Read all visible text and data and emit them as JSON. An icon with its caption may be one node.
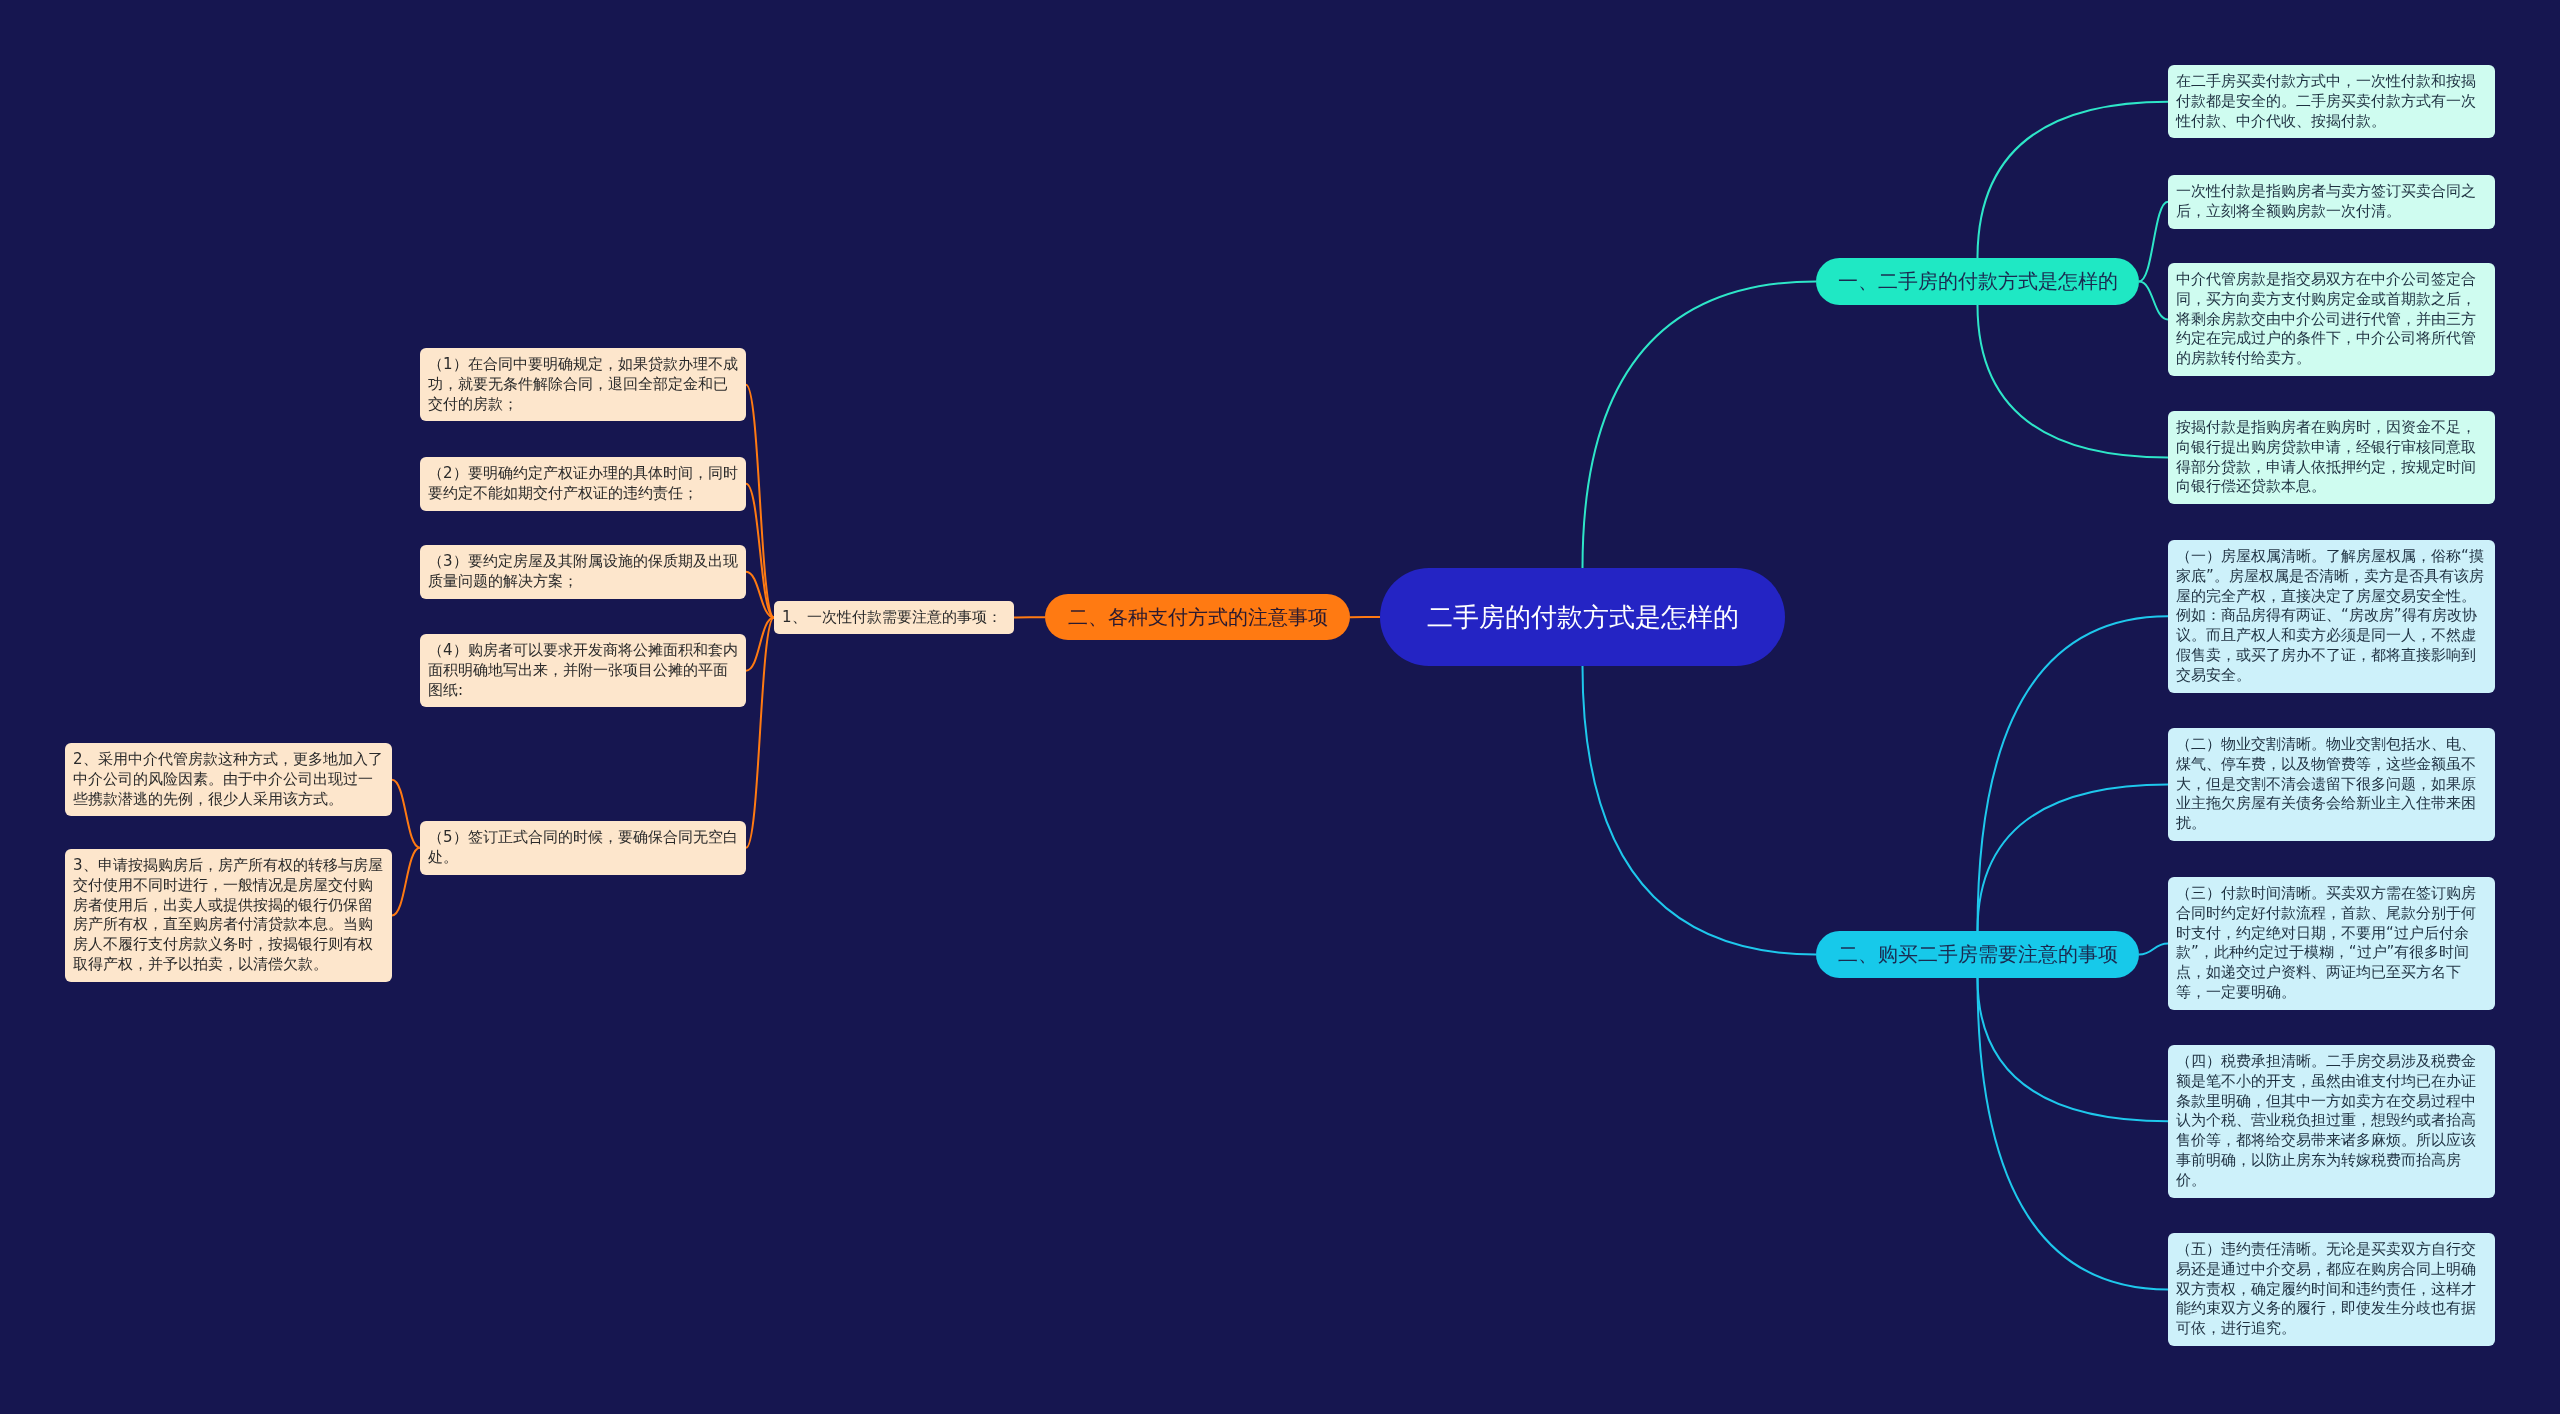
{
  "diagram": {
    "nodes": [
      {
        "text": [
          "二手房的付款方式是怎样的"
        ]
      },
      {
        "text": [
          "一、二手房的付款方式是怎样的"
        ]
      },
      {
        "text": [
          "在二手房买卖付款方式中，一次性付款和按揭付款都是安全的。二手房买卖付款方式有一次性付款、中介代收、按揭付款。"
        ]
      },
      {
        "text": [
          "一次性付款是指购房者与卖方签订买卖合同之后，立刻将全额购房款一次付清。"
        ]
      },
      {
        "text": [
          "中介代管房款是指交易双方在中介公司签定合同，买方向卖方支付购房定金或首期款之后，将剩余房款交由中介公司进行代管，并由三方约定在完成过户的条件下，中介公司将所代管的房款转付给卖方。"
        ]
      },
      {
        "text": [
          "按揭付款是指购房者在购房时，因资金不足，向银行提出购房贷款申请，经银行审核同意取得部分贷款，申请人依抵押约定，按规定时间向银行偿还贷款本息。"
        ]
      },
      {
        "text": [
          "二、购买二手房需要注意的事项"
        ]
      },
      {
        "text": [
          "（一）房屋权属清晰。了解房屋权属，俗称“摸家底”。房屋权属是否清晰，卖方是否具有该房屋的完全产权，直接决定了房屋交易安全性。例如：商品房得有两证、“房改房”得有房改协议。而且产权人和卖方必须是同一人，不然虚假售卖，或买了房办不了证，都将直接影响到交易安全。"
        ]
      },
      {
        "text": [
          "（二）物业交割清晰。物业交割包括水、电、煤气、停车费，以及物管费等，这些金额虽不大，但是交割不清会遗留下很多问题，如果原业主拖欠房屋有关债务会给新业主入住带来困扰。"
        ]
      },
      {
        "text": [
          "（三）付款时间清晰。买卖双方需在签订购房合同时约定好付款流程，首款、尾款分别于何时支付，约定绝对日期，不要用“过户后付余款”，此种约定过于模糊，“过户”有很多时间点，如递交过户资料、两证均已至买方名下等，一定要明确。"
        ]
      },
      {
        "text": [
          "（四）税费承担清晰。二手房交易涉及税费金额是笔不小的开支，虽然由谁支付均已在办证条款里明确，但其中一方如卖方在交易过程中认为个税、营业税负担过重，想毁约或者抬高售价等，都将给交易带来诸多麻烦。所以应该事前明确，以防止房东为转嫁税费而抬高房价。"
        ]
      },
      {
        "text": [
          "（五）违约责任清晰。无论是买卖双方自行交易还是通过中介交易，都应在购房合同上明确双方责权，确定履约时间和违约责任，这样才能约束双方义务的履行，即使发生分歧也有据可依，进行追究。"
        ]
      },
      {
        "text": [
          "二、各种支付方式的注意事项"
        ]
      },
      {
        "text": [
          "1、一次性付款需要注意的事项："
        ]
      },
      {
        "text": [
          "（1）在合同中要明确规定，如果贷款办理不成功，就要无条件解除合同，退回全部定金和已交付的房款；"
        ]
      },
      {
        "text": [
          "（2）要明确约定产权证办理的具体时间，同时要约定不能如期交付产权证的违约责任；"
        ]
      },
      {
        "text": [
          "（3）要约定房屋及其附属设施的保质期及出现质量问题的解决方案；"
        ]
      },
      {
        "text": [
          "（4）购房者可以要求开发商将公摊面积和套内面积明确地写出来，并附一张项目公摊的平面图纸:"
        ]
      },
      {
        "text": [
          "（5）签订正式合同的时候，要确保合同无空白处。"
        ]
      },
      {
        "text": [
          "2、采用中介代管房款这种方式，更多地加入了中介公司的风险因素。由于中介公司出现过一些携款潜逃的先例，很少人采用该方式。"
        ]
      },
      {
        "text": [
          "3、申请按揭购房后，房产所有权的转移与房屋交付使用不同时进行，一般情况是房屋交付购房者使用后，出卖人或提供按揭的银行仍保留房产所有权，直至购房者付清贷款本息。当购房人不履行支付房款义务时，按揭银行则有权取得产权，并予以拍卖，以清偿欠款。"
        ]
      }
    ],
    "edges": [
      {
        "from": 0,
        "to": 1,
        "arrow": "none",
        "color": "#2ee6c8"
      },
      {
        "from": 1,
        "to": 2,
        "arrow": "none",
        "color": "#2ee6c8"
      },
      {
        "from": 1,
        "to": 3,
        "arrow": "none",
        "color": "#2ee6c8"
      },
      {
        "from": 1,
        "to": 4,
        "arrow": "none",
        "color": "#2ee6c8"
      },
      {
        "from": 1,
        "to": 5,
        "arrow": "none",
        "color": "#2ee6c8"
      },
      {
        "from": 0,
        "to": 6,
        "arrow": "none",
        "color": "#1ec8ec"
      },
      {
        "from": 6,
        "to": 7,
        "arrow": "none",
        "color": "#1ec8ec"
      },
      {
        "from": 6,
        "to": 8,
        "arrow": "none",
        "color": "#1ec8ec"
      },
      {
        "from": 6,
        "to": 9,
        "arrow": "none",
        "color": "#1ec8ec"
      },
      {
        "from": 6,
        "to": 10,
        "arrow": "none",
        "color": "#1ec8ec"
      },
      {
        "from": 6,
        "to": 11,
        "arrow": "none",
        "color": "#1ec8ec"
      },
      {
        "from": 0,
        "to": 12,
        "arrow": "none"
      },
      {
        "from": 12,
        "to": 13,
        "arrow": "none"
      },
      {
        "from": 13,
        "to": 14,
        "arrow": "none"
      },
      {
        "from": 13,
        "to": 15,
        "arrow": "none"
      },
      {
        "from": 13,
        "to": 16,
        "arrow": "none"
      },
      {
        "from": 13,
        "to": 17,
        "arrow": "none"
      },
      {
        "from": 13,
        "to": 18,
        "arrow": "none"
      },
      {
        "from": 18,
        "to": 19,
        "arrow": "none"
      },
      {
        "from": 18,
        "to": 20,
        "arrow": "none"
      }
    ]
  }
}
